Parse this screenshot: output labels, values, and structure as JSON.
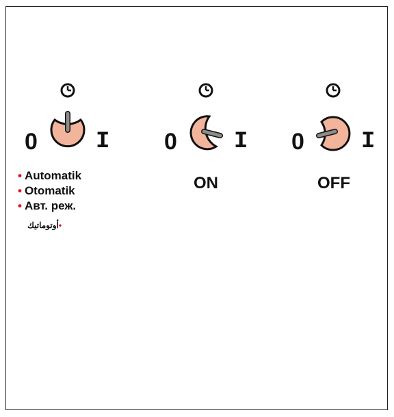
{
  "colors": {
    "knob": "#f3b49c",
    "knob_stroke": "#111111",
    "handle": "#8c8c8c",
    "bullet": "#e0112b"
  },
  "switches": [
    {
      "zero": "0",
      "one": "I",
      "handle_angle": "up",
      "label": ""
    },
    {
      "zero": "0",
      "one": "I",
      "handle_angle": "right",
      "label": "ON"
    },
    {
      "zero": "0",
      "one": "I",
      "handle_angle": "left",
      "label": "OFF"
    }
  ],
  "auto_labels": [
    "Automatik",
    "Otomatik",
    "Авт. реж.",
    "أوتوماتيك"
  ],
  "icons": {
    "timer": "clock-icon"
  }
}
